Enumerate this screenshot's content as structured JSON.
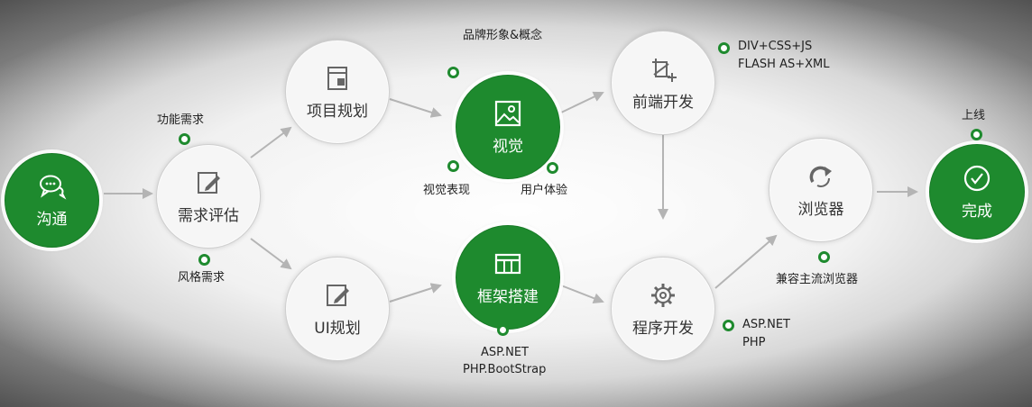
{
  "nodes": {
    "goutong": "沟通",
    "xuqiu": "需求评估",
    "xiangmu": "项目规划",
    "ui": "UI规划",
    "shijue": "视觉",
    "kuangjia": "框架搭建",
    "qianduan": "前端开发",
    "chengxu": "程序开发",
    "liulanqi": "浏览器",
    "wancheng": "完成"
  },
  "tags": {
    "gongneng": "功能需求",
    "fengge": "风格需求",
    "pinpai": "品牌形象&概念",
    "shijuebiaoxian": "视觉表现",
    "yonghu": "用户体验",
    "aspnet1": "ASP.NET",
    "phpbootstrap": "PHP.BootStrap",
    "divcss": "DIV+CSS+JS",
    "flash": "FLASH AS+XML",
    "aspnet2": "ASP.NET",
    "php": "PHP",
    "jianrong": "兼容主流浏览器",
    "shangxian": "上线"
  },
  "icons": {
    "goutong": "chat-bubbles-icon",
    "xuqiu": "edit-pencil-icon",
    "xiangmu": "document-icon",
    "ui": "edit-pencil-icon",
    "shijue": "image-icon",
    "kuangjia": "layout-grid-icon",
    "qianduan": "crop-plus-icon",
    "chengxu": "gear-icon",
    "liulanqi": "refresh-arrow-icon",
    "wancheng": "check-circle-icon"
  },
  "colors": {
    "accent": "#1e8a2e",
    "arrow": "#b4b4b4"
  }
}
